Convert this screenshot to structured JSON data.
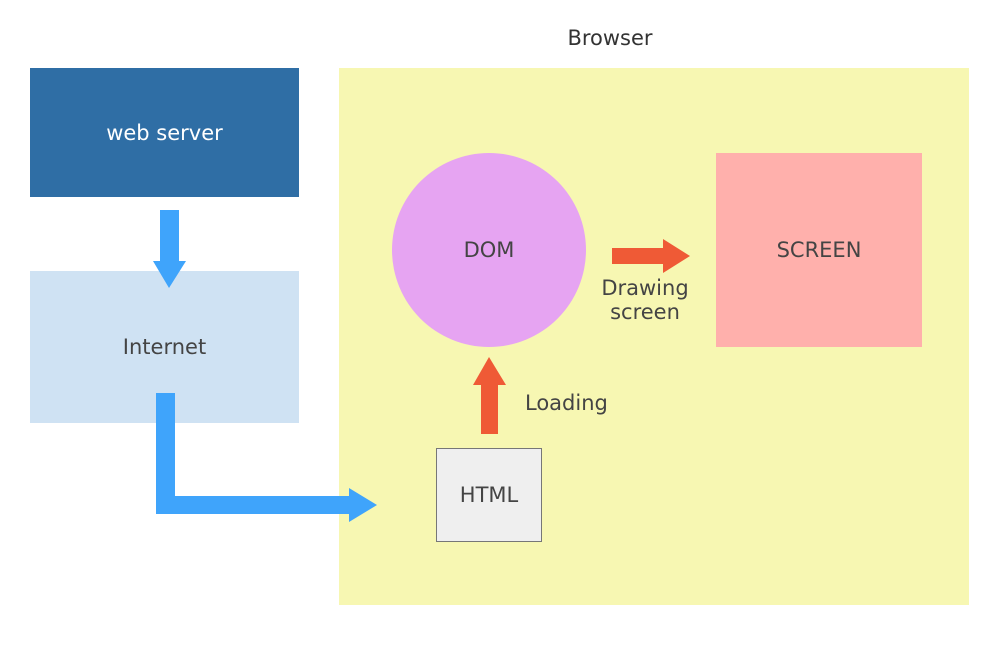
{
  "diagram": {
    "title": "Browser",
    "nodes": {
      "web_server": "web server",
      "internet": "Internet",
      "dom": "DOM",
      "screen": "SCREEN",
      "html": "HTML"
    },
    "edges": {
      "drawing_label": "Drawing screen",
      "loading_label": "Loading"
    },
    "colors": {
      "web_server": "#2f6ea5",
      "internet": "#cfe2f3",
      "browser": "#f7f7b2",
      "dom": "#e6a4f2",
      "screen": "#ffb0ac",
      "html": "#efefef",
      "blue_arrow": "#3fa4fb",
      "red_arrow": "#ef5a36"
    }
  }
}
